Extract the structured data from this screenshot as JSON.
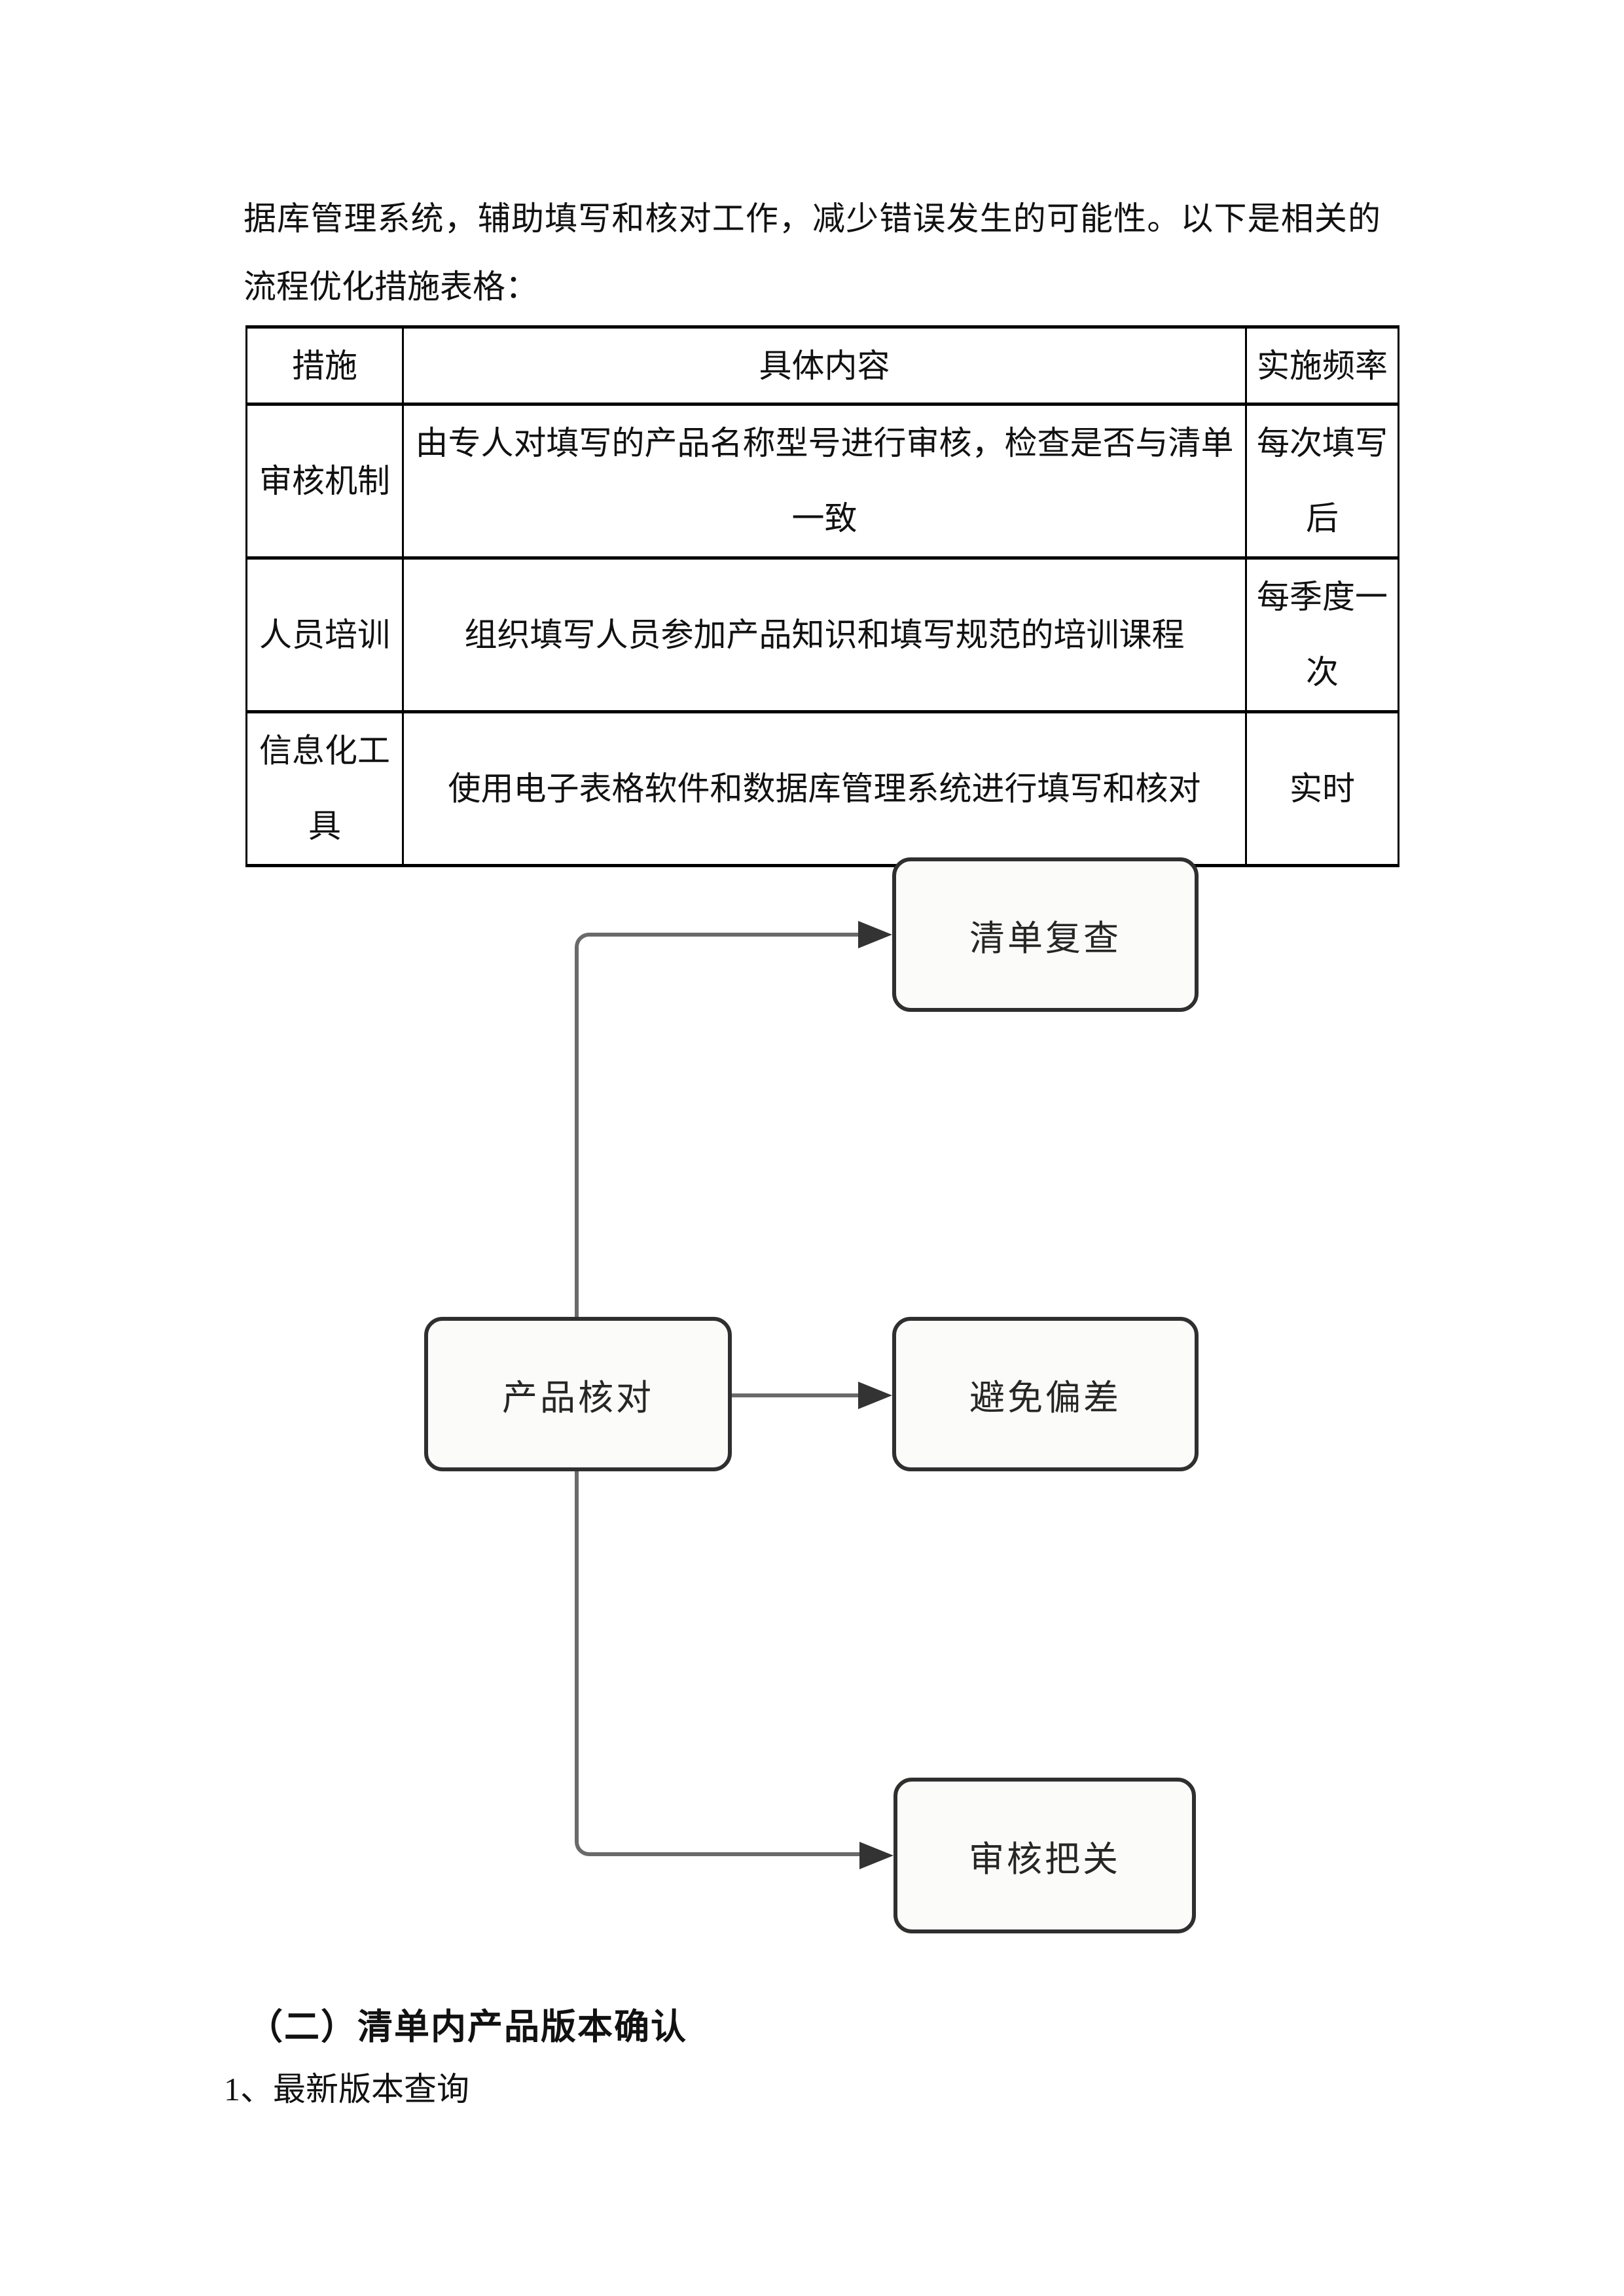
{
  "document": {
    "intro_paragraph_lines": [
      "据库管理系统，辅助填写和核对工作，减少错误发生的可能性。以下是相关的",
      "流程优化措施表格："
    ],
    "section_heading": "（二）清单内产品版本确认",
    "numbered_item": "1、最新版本查询"
  },
  "table": {
    "headers": [
      "措施",
      "具体内容",
      "实施频率"
    ],
    "rows": [
      {
        "measure": "审核机制",
        "content": "由专人对填写的产品名称型号进行审核，检查是否与清单一致",
        "frequency": "每次填写后"
      },
      {
        "measure": "人员培训",
        "content": "组织填写人员参加产品知识和填写规范的培训课程",
        "frequency": "每季度一次"
      },
      {
        "measure": "信息化工具",
        "content": "使用电子表格软件和数据库管理系统进行填写和核对",
        "frequency": "实时"
      }
    ],
    "border_color": "#000000"
  },
  "diagram": {
    "source_node": "产品核对",
    "target_nodes": [
      "清单复查",
      "避免偏差",
      "审核把关"
    ],
    "line_color": "#6a6a6a",
    "arrow_color": "#333333",
    "node_border_color": "#2f2f2f",
    "node_fill": "#fbfbf9"
  }
}
